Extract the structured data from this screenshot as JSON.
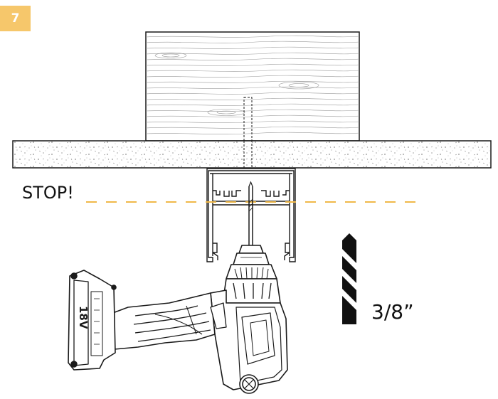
{
  "step": {
    "number": "7"
  },
  "labels": {
    "stop": "STOP!",
    "bit_size": "3/8”"
  },
  "colors": {
    "badge": "#f6c76b",
    "stop_line": "#f0b94a",
    "line": "#1a1a1a",
    "drill_bit_fill": "#111111"
  },
  "icons": {
    "wood": "wood-block-icon",
    "ceiling": "concrete-ceiling-icon",
    "channel": "aluminum-channel-icon",
    "drill": "cordless-drill-icon",
    "bit": "drill-bit-icon"
  },
  "drill": {
    "battery_text": "18V"
  }
}
